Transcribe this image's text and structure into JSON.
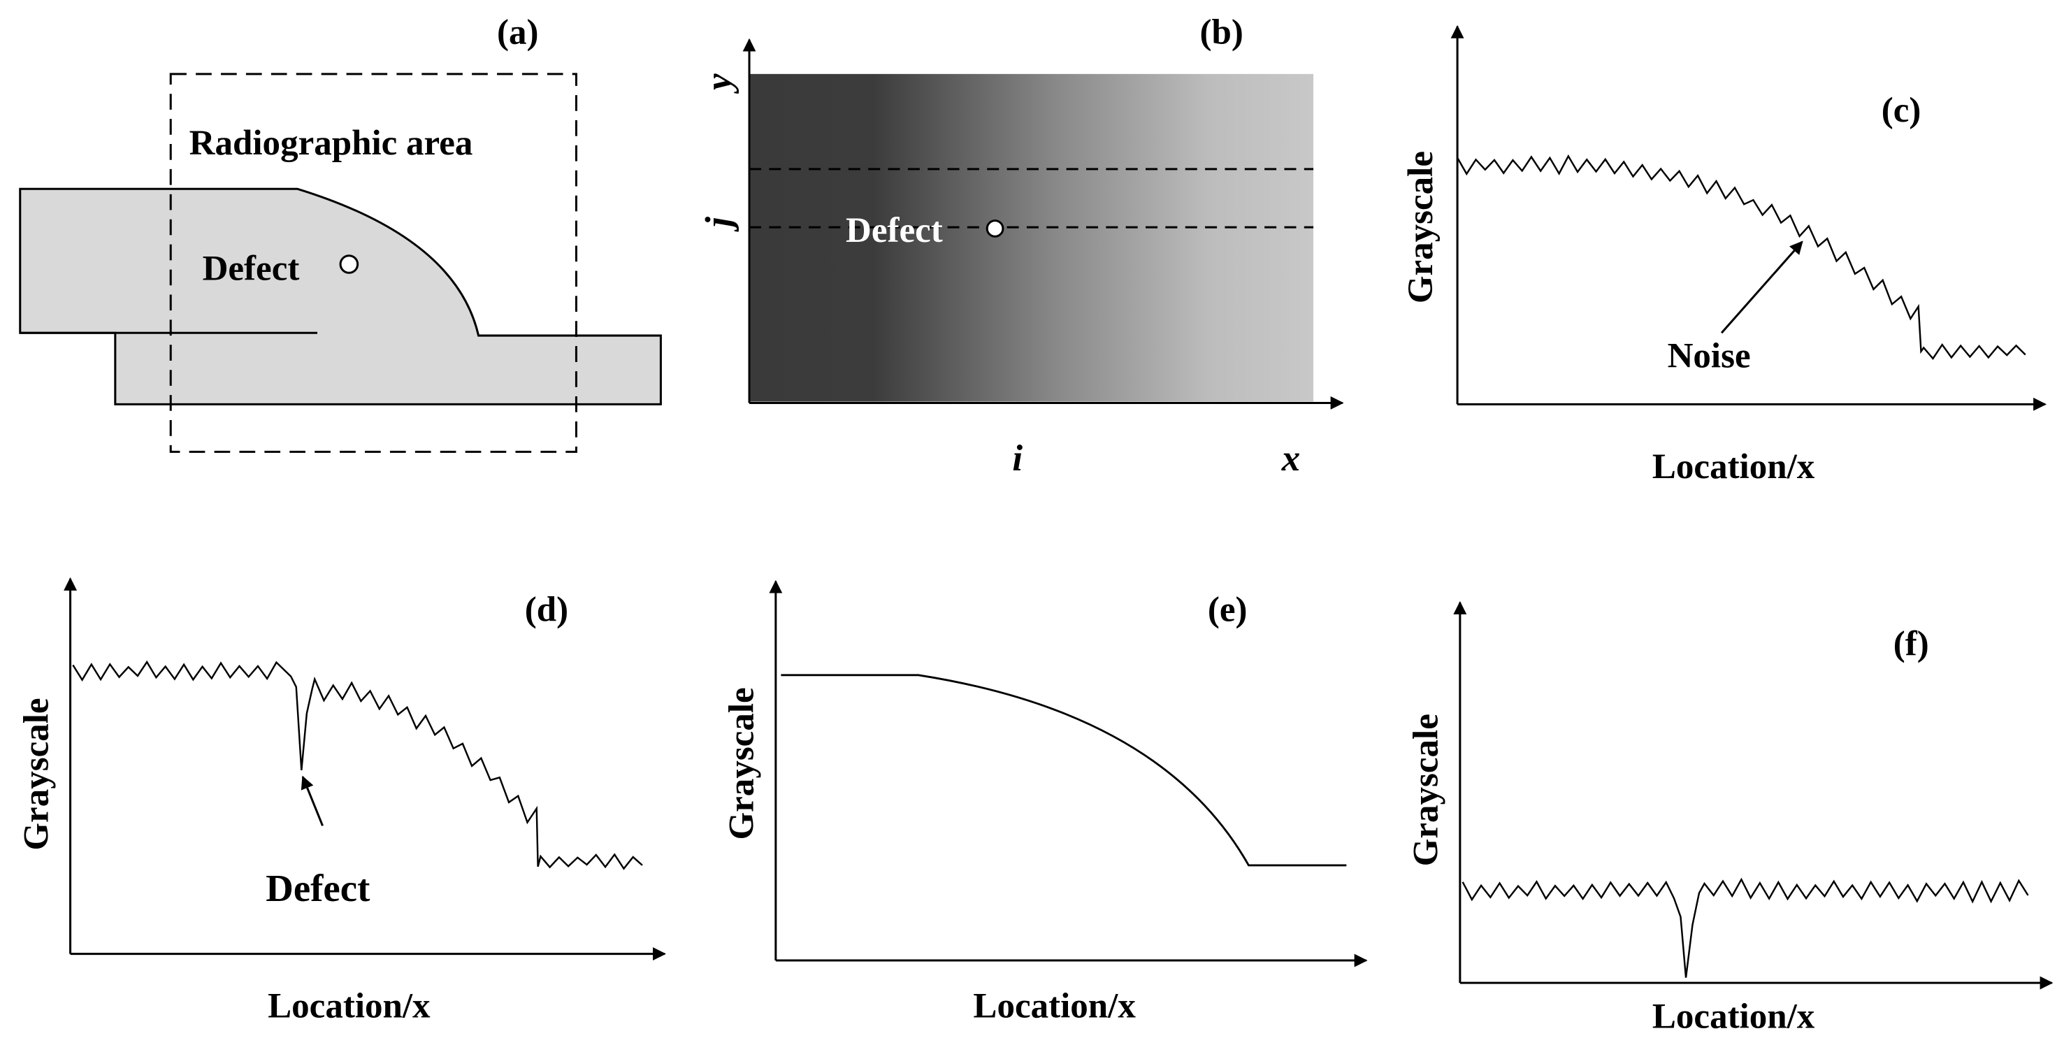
{
  "colors": {
    "line": "#000000",
    "part_fill": "#d9d9d9",
    "gradient_dark": "#3a3a3a",
    "gradient_light": "#c8c8c8",
    "background": "#ffffff"
  },
  "panels": {
    "a": {
      "label": "(a)",
      "area_label": "Radiographic area",
      "defect_label": "Defect"
    },
    "b": {
      "label": "(b)",
      "axis_y": "y",
      "axis_x": "x",
      "row_index": "j",
      "col_index": "i",
      "defect_label": "Defect"
    },
    "c": {
      "label": "(c)",
      "ylabel": "Grayscale",
      "xlabel": "Location/x",
      "annotation": "Noise"
    },
    "d": {
      "label": "(d)",
      "ylabel": "Grayscale",
      "xlabel": "Location/x",
      "annotation": "Defect"
    },
    "e": {
      "label": "(e)",
      "ylabel": "Grayscale",
      "xlabel": "Location/x"
    },
    "f": {
      "label": "(f)",
      "ylabel": "Grayscale",
      "xlabel": "Location/x"
    }
  }
}
